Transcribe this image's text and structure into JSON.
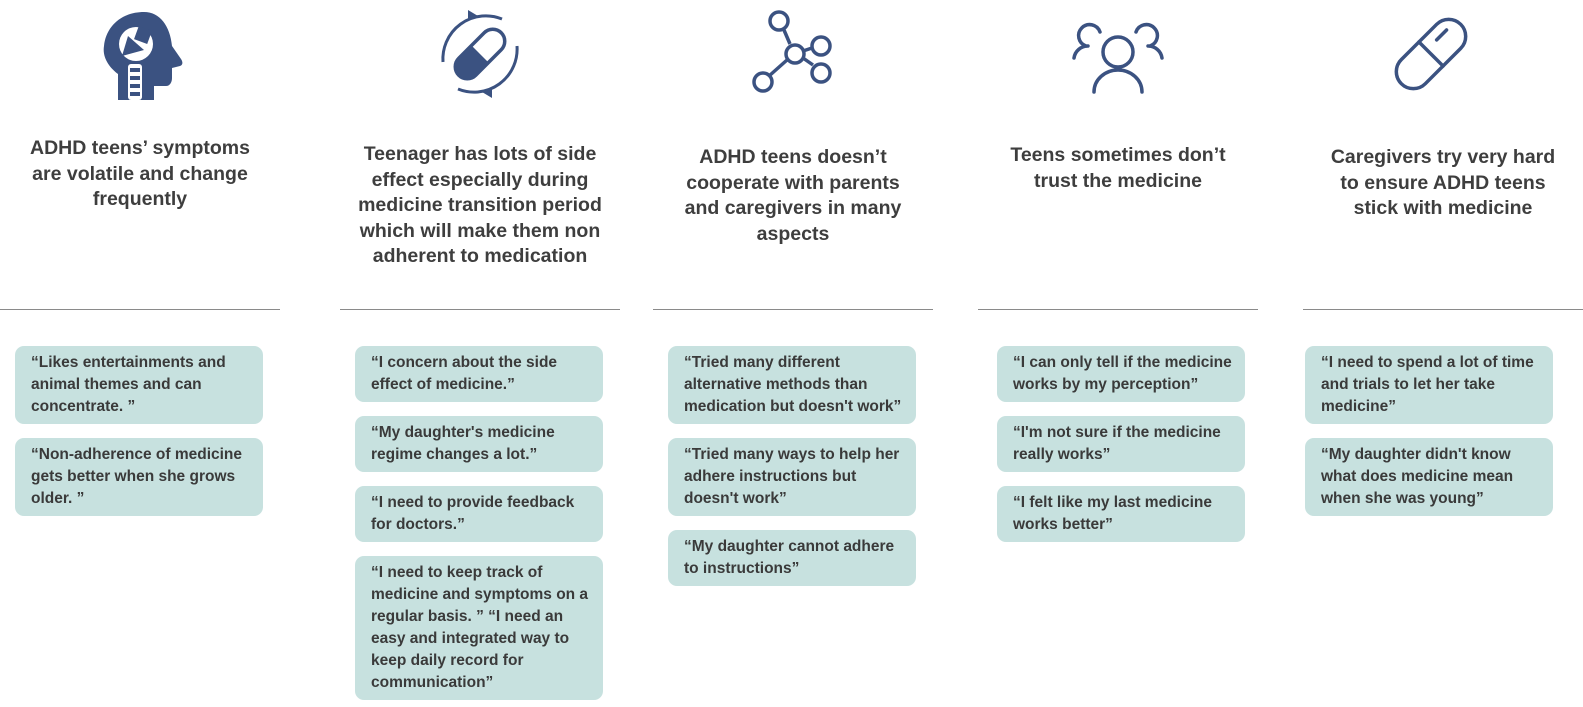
{
  "icon_color": "#3b5281",
  "quote_background": "#c7e1df",
  "columns": [
    {
      "icon": "brain-head-icon",
      "heading": "ADHD teens’ symptoms\nare volatile and change\nfrequently",
      "quotes": [
        "“Likes entertainments and\nanimal themes and can\nconcentrate. ”",
        "“Non-adherence of medicine\ngets better when she grows\nolder. ”"
      ]
    },
    {
      "icon": "medicine-cycle-icon",
      "heading": "Teenager has lots of side\neffect especially during\nmedicine transition period\nwhich will make them non\nadherent to medication",
      "quotes": [
        "“I concern about the side\neffect of medicine.”",
        "“My daughter's medicine\nregime changes a lot.”",
        "“I need to provide feedback\nfor doctors.”",
        "“I need to keep track of\nmedicine and symptoms on a\nregular basis. ” “I need an\neasy and integrated way to\nkeep daily record for\ncommunication”"
      ]
    },
    {
      "icon": "network-nodes-icon",
      "heading": "ADHD teens doesn’t\ncooperate with parents\nand caregivers in many\naspects",
      "quotes": [
        "“Tried many different\nalternative methods than\nmedication but doesn't work”",
        "“Tried many ways to help her\nadhere instructions but\ndoesn't work”",
        "“My daughter cannot adhere\nto instructions”"
      ]
    },
    {
      "icon": "people-group-icon",
      "heading": "Teens sometimes don’t\ntrust the medicine",
      "quotes": [
        "“I can only tell if the medicine\nworks by my perception”",
        "“I'm not sure if the medicine\nreally works”",
        "“I felt like my last medicine\nworks better”"
      ]
    },
    {
      "icon": "pill-capsule-icon",
      "heading": "Caregivers try very hard\nto ensure ADHD teens\nstick with medicine",
      "quotes": [
        "“I need to spend a lot of time\nand trials to let her take\nmedicine”",
        "“My daughter didn't know\nwhat does medicine mean\nwhen she was young”"
      ]
    }
  ]
}
